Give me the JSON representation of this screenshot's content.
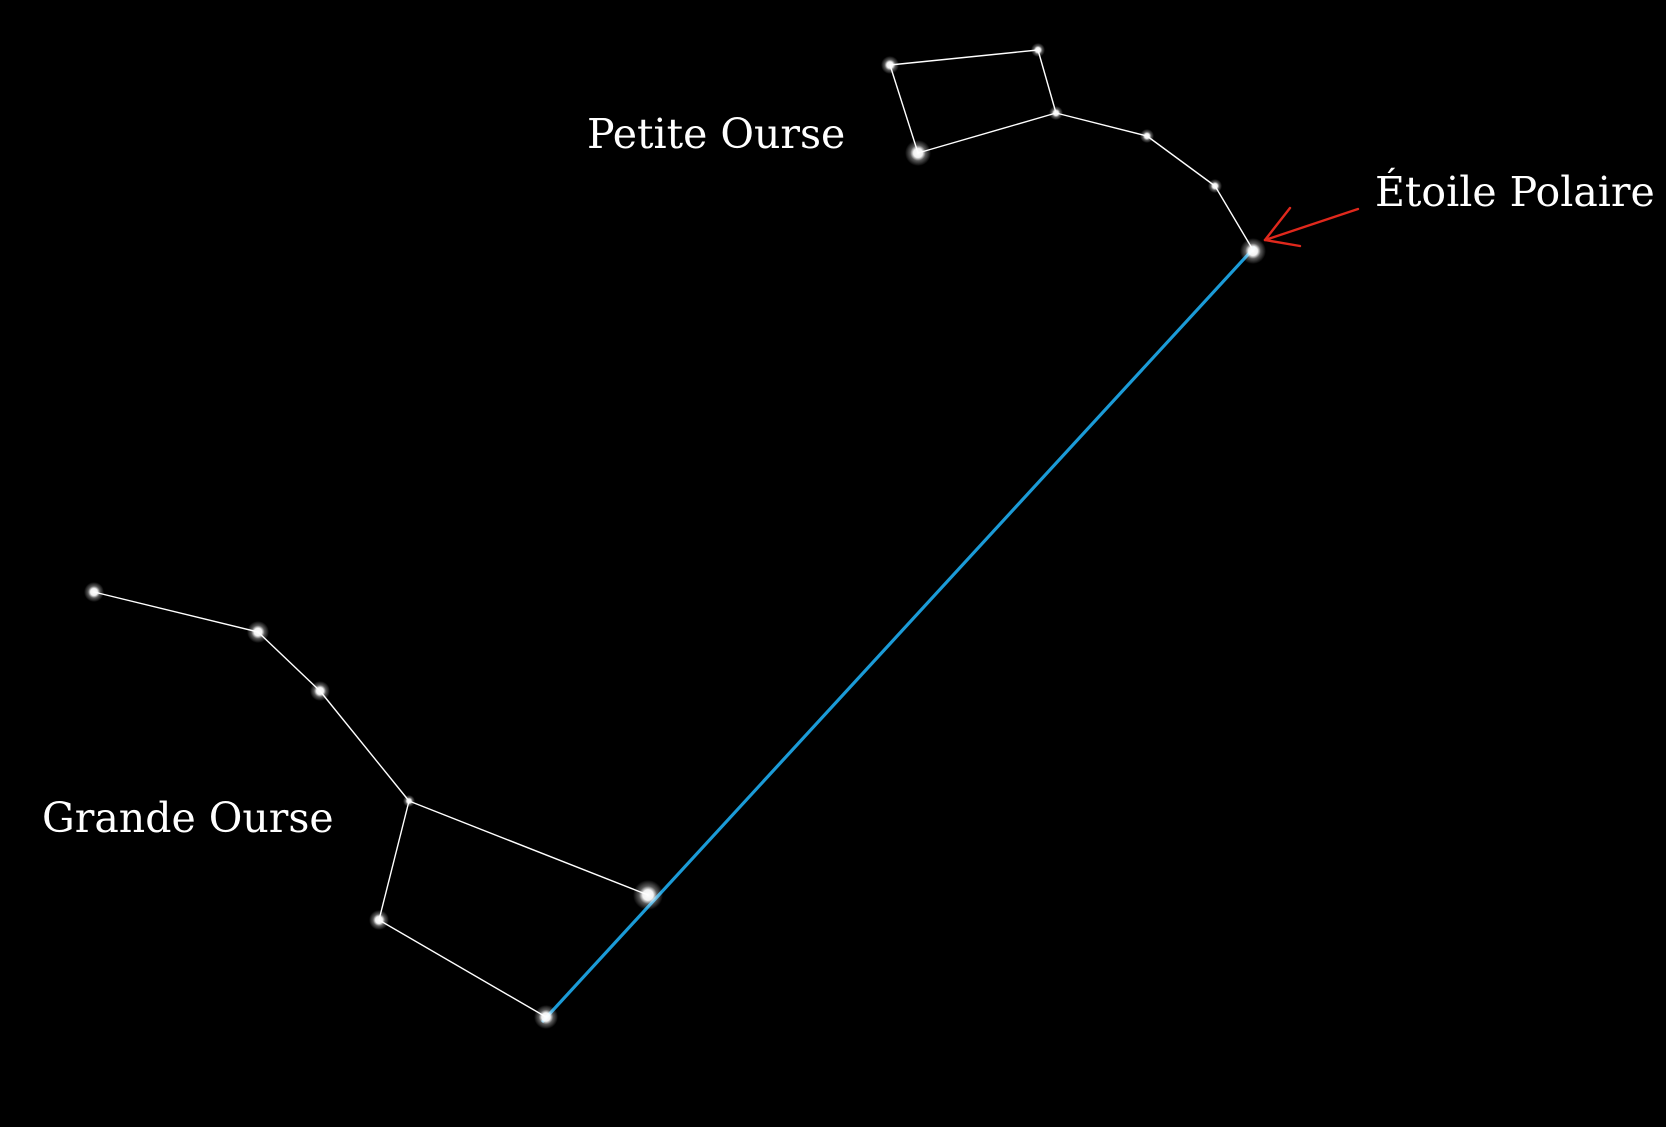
{
  "labels": {
    "petite_ourse": "Petite Ourse",
    "grande_ourse": "Grande Ourse",
    "etoile_polaire": "Étoile Polaire"
  },
  "colors": {
    "background": "#000000",
    "star": "#ffffff",
    "constellation_line": "#ffffff",
    "pointer_line": "#1b9bd7",
    "arrow": "#e0281c",
    "label_text": "#ffffff"
  }
}
